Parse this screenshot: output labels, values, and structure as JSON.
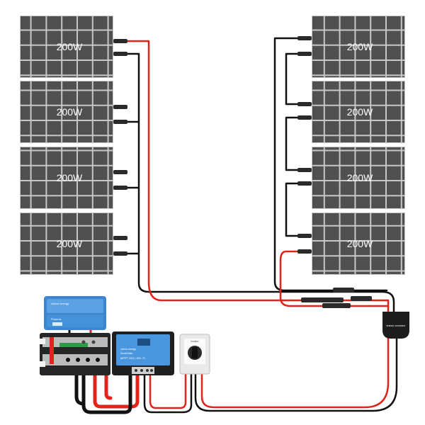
{
  "panels": [
    {
      "label": "200W"
    },
    {
      "label": "200W"
    },
    {
      "label": "200W"
    },
    {
      "label": "200W"
    },
    {
      "label": "200W"
    },
    {
      "label": "200W"
    },
    {
      "label": "200W"
    },
    {
      "label": "200W"
    }
  ],
  "inverter": {
    "brand": "victron energy",
    "model": "Phoenix"
  },
  "mppt": {
    "brand": "victron energy",
    "model": "SmartSolar",
    "rating": "MPPT 250 | 100 -Tr"
  },
  "isolator": {
    "label": "isolator"
  },
  "branch_box": {
    "label": "branch connector"
  },
  "colors": {
    "positive": "#e2231a",
    "negative": "#111111",
    "panel_cell": "#505050",
    "panel_frame": "#bdbdbd",
    "victron_blue": "#3f8fd9"
  }
}
